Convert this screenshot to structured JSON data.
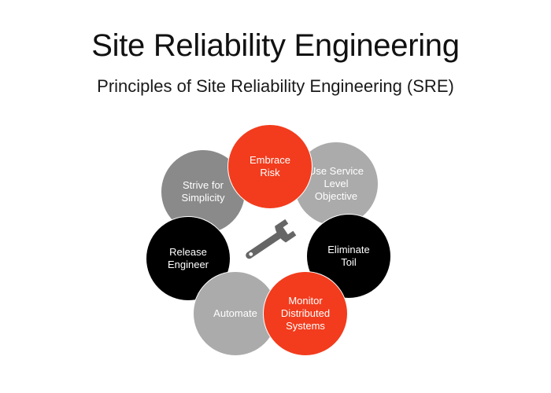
{
  "title": "Site Reliability Engineering",
  "subtitle": "Principles of Site Reliability Engineering (SRE)",
  "colors": {
    "red": "#f23c1d",
    "gray": "#8a8a8a",
    "light_gray": "#ababab",
    "black": "#000000"
  },
  "center_icon": "wrench-icon",
  "principles": [
    {
      "label": "Strive for\nSimplicity",
      "color": "gray"
    },
    {
      "label": "Use Service\nLevel\nObjective",
      "color": "light_gray"
    },
    {
      "label": "Release\nEngineer",
      "color": "black"
    },
    {
      "label": "Automate",
      "color": "light_gray"
    },
    {
      "label": "Eliminate\nToil",
      "color": "black"
    },
    {
      "label": "Monitor\nDistributed\nSystems",
      "color": "red"
    },
    {
      "label": "Embrace\nRisk",
      "color": "red"
    }
  ]
}
